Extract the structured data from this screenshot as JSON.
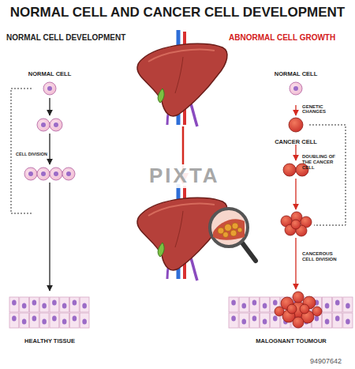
{
  "diagram": {
    "title": "NORMAL CELL AND CANCER CELL DEVELOPMENT",
    "nodes": [
      {
        "text": [
          "NORMAL CELL"
        ]
      },
      {
        "text": [
          "HEALTHY TISSUE"
        ]
      },
      {
        "text": [
          "NORMAL CELL"
        ]
      },
      {
        "text": [
          "CANCER CELL"
        ]
      },
      {
        "text": [
          "MALOGNANT TOUMOUR"
        ]
      }
    ],
    "edges": [
      {
        "from": 2,
        "to": 3,
        "arrow": "to",
        "label": "GENETIC CHANGES"
      }
    ],
    "labels": [
      "NORMAL CELL DEVELOPMENT",
      "ABNORMAL CELL GROWTH",
      "CELL DIVISION",
      "DOUBLING OF THE CANCER CELL",
      "CANCEROUS CELL DIVISION",
      "PIXTA",
      "94907642"
    ]
  }
}
